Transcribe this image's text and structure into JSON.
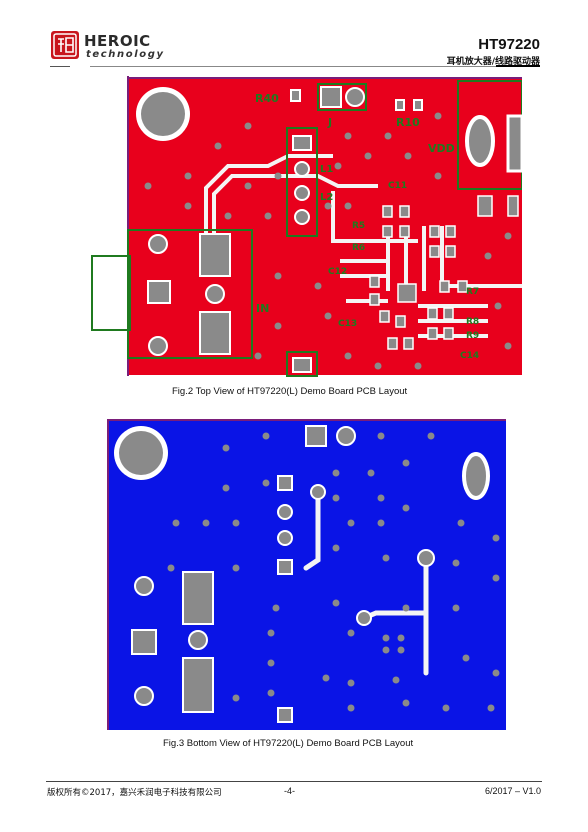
{
  "header": {
    "brand_name": "HEROIC",
    "brand_sub": "technology",
    "model": "HT97220",
    "subtitle": "耳机放大器/线路驱动器"
  },
  "colors": {
    "top_copper": "#e8001c",
    "bottom_copper": "#0a14e6",
    "silkscreen": "#1f7a1f",
    "board_outline": "#7a1d7a",
    "via": "#8a8a8a"
  },
  "figures": [
    {
      "caption": "Fig.2 Top View of HT97220(L) Demo Board PCB Layout",
      "silkscreen_labels": [
        "R40",
        "R10",
        "VDD",
        "J",
        "L1",
        "L2",
        "IN",
        "C11",
        "C12",
        "C13",
        "C14",
        "R5",
        "R6",
        "R7",
        "R8",
        "R9"
      ]
    },
    {
      "caption": "Fig.3 Bottom View of HT97220(L) Demo Board PCB Layout"
    }
  ],
  "footer": {
    "copyright": "版权所有©2017，嘉兴禾润电子科技有限公司",
    "page": "-4-",
    "version": "6/2017 – V1.0"
  }
}
